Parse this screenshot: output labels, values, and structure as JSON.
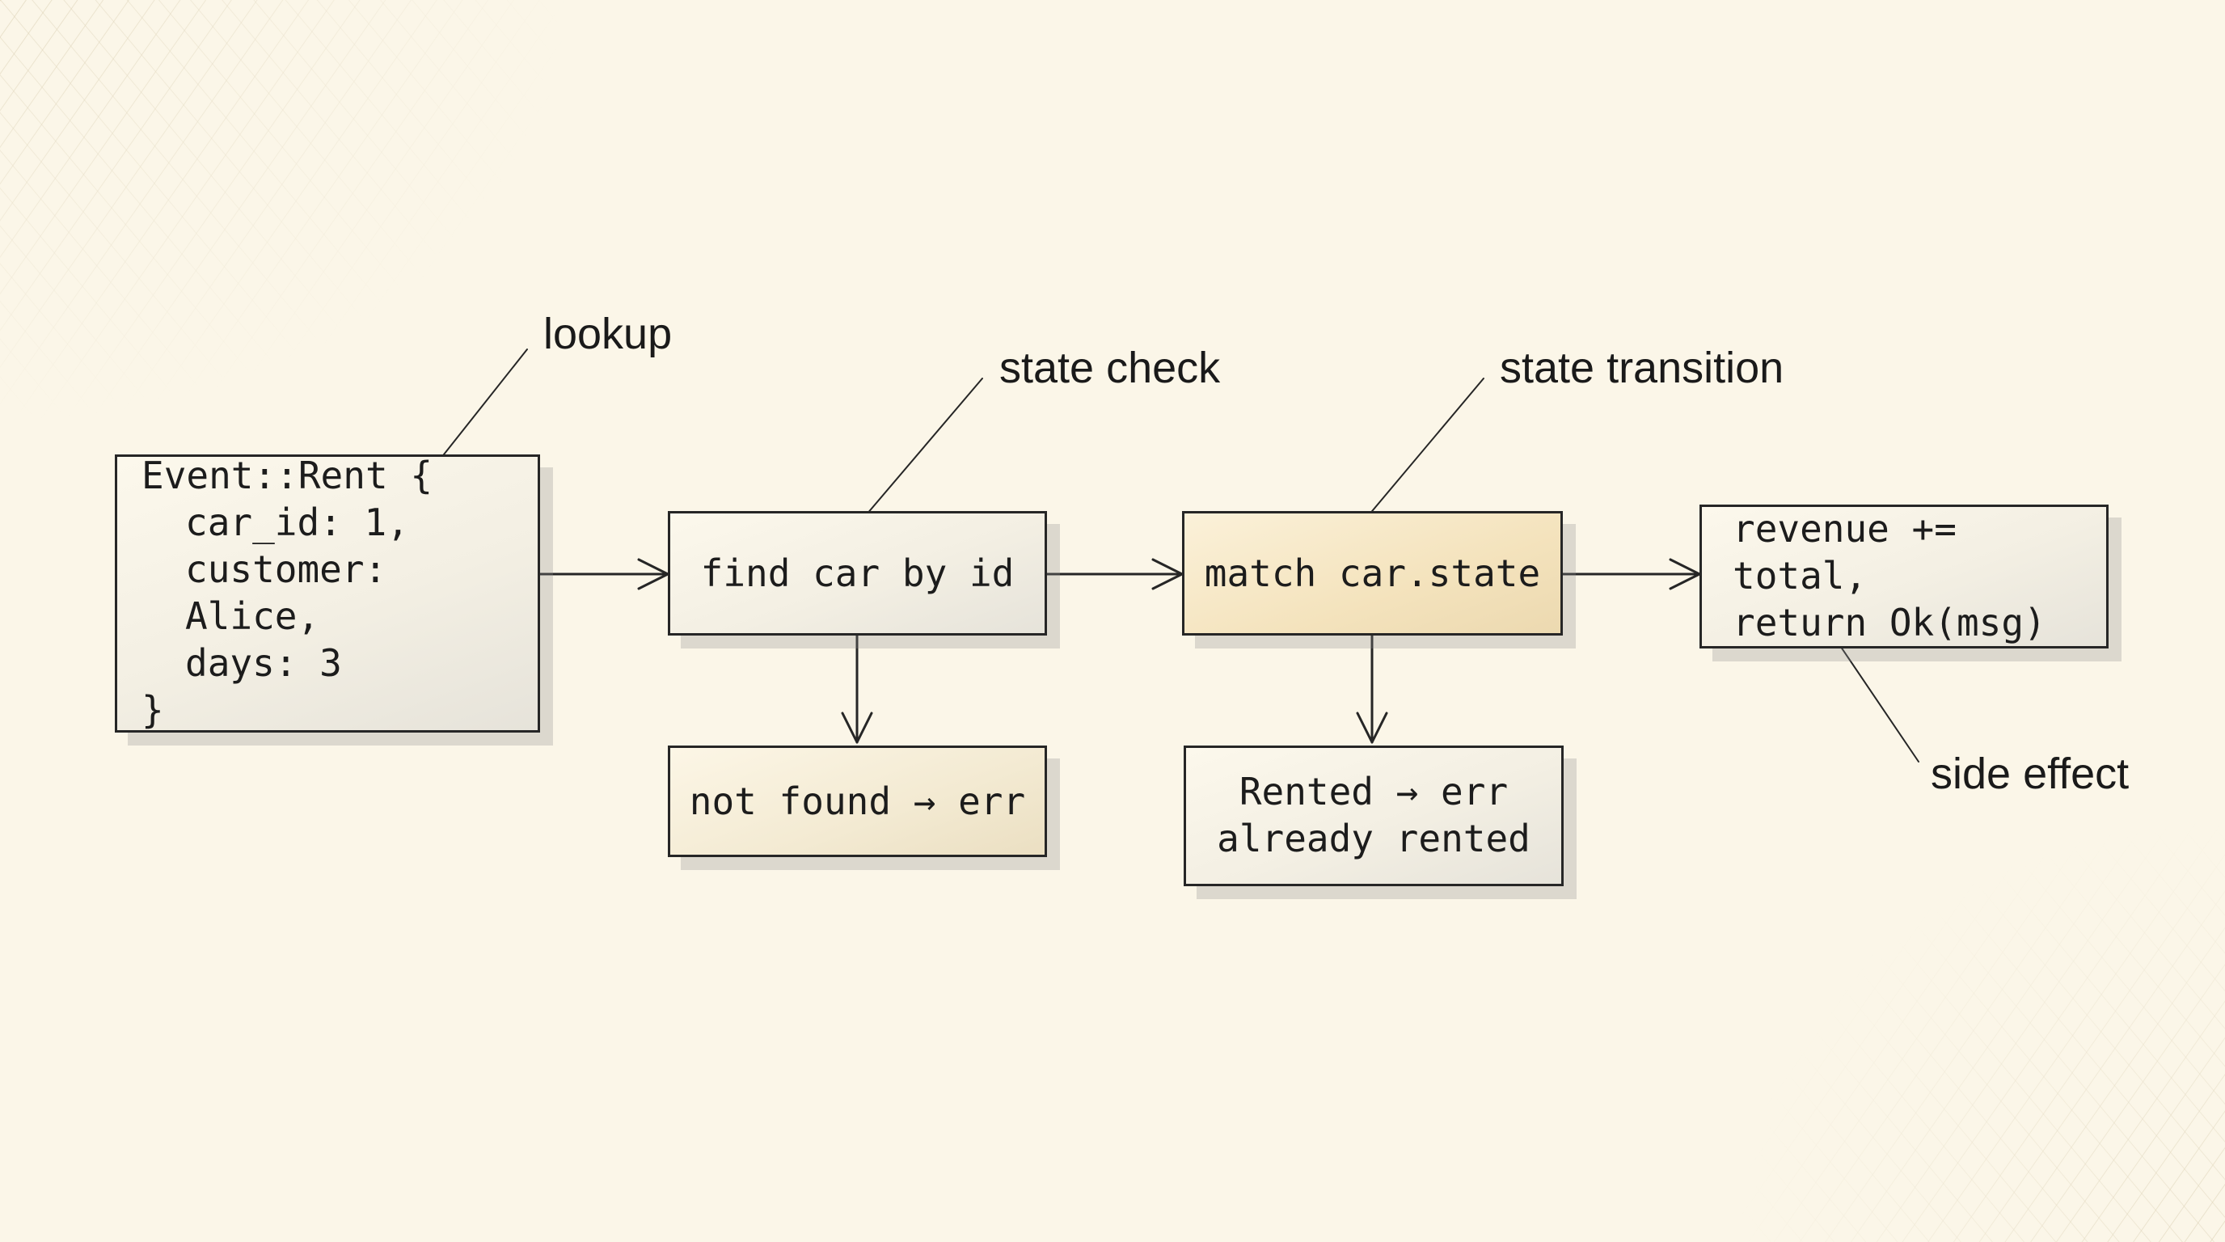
{
  "nodes": {
    "event": {
      "lines": [
        "Event::Rent {",
        "car_id: 1,",
        "customer: Alice,",
        "days: 3",
        "}"
      ]
    },
    "find_car": {
      "text": "find car by id"
    },
    "match_state": {
      "text": "match car.state"
    },
    "revenue": {
      "lines": [
        "revenue += total,",
        "return Ok(msg)"
      ]
    },
    "not_found": {
      "text": "not found → err"
    },
    "rented": {
      "lines": [
        "Rented → err",
        "already rented"
      ]
    }
  },
  "annotations": {
    "lookup": "lookup",
    "state_check": "state check",
    "state_transition": "state transition",
    "side_effect": "side effect"
  },
  "edges": [
    {
      "from": "event",
      "to": "find_car"
    },
    {
      "from": "find_car",
      "to": "match_state"
    },
    {
      "from": "match_state",
      "to": "revenue"
    },
    {
      "from": "find_car",
      "to": "not_found"
    },
    {
      "from": "match_state",
      "to": "rented"
    }
  ],
  "colors": {
    "background": "#fbf6e8",
    "stroke": "#262626",
    "highlight_box": "#f4e3bd"
  }
}
